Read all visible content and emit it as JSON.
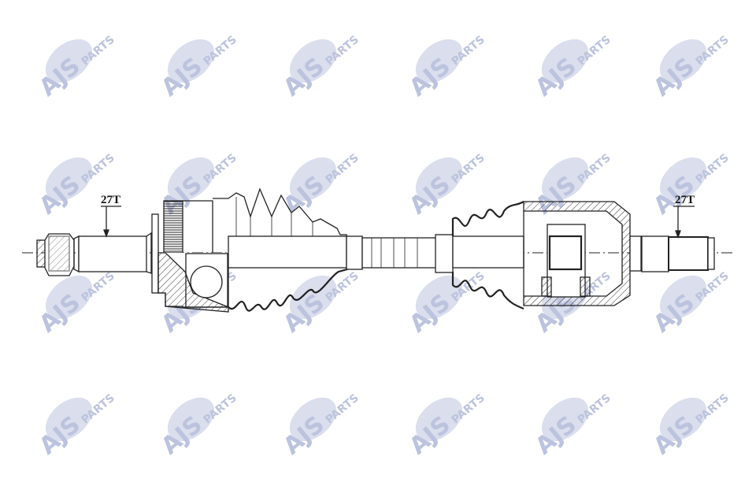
{
  "watermark": {
    "brand": "AJS",
    "sub": "PARTS",
    "color": "#bcc3de"
  },
  "labels": {
    "left_spline": "27T",
    "right_spline": "27T"
  },
  "line_color": "#222222"
}
